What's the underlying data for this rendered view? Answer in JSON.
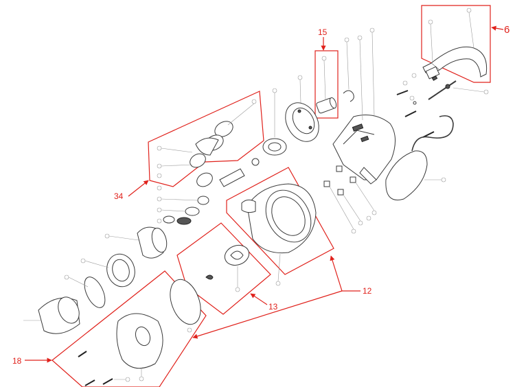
{
  "group_callouts": [
    {
      "id": "g6",
      "label": "6"
    },
    {
      "id": "g15",
      "label": "15"
    },
    {
      "id": "g34",
      "label": "34"
    },
    {
      "id": "g12",
      "label": "12"
    },
    {
      "id": "g13",
      "label": "13"
    },
    {
      "id": "g18",
      "label": "18"
    }
  ],
  "colors": {
    "callout": "#e0211b",
    "line_art": "#3a3a3a",
    "leader": "#9a9a9a"
  }
}
